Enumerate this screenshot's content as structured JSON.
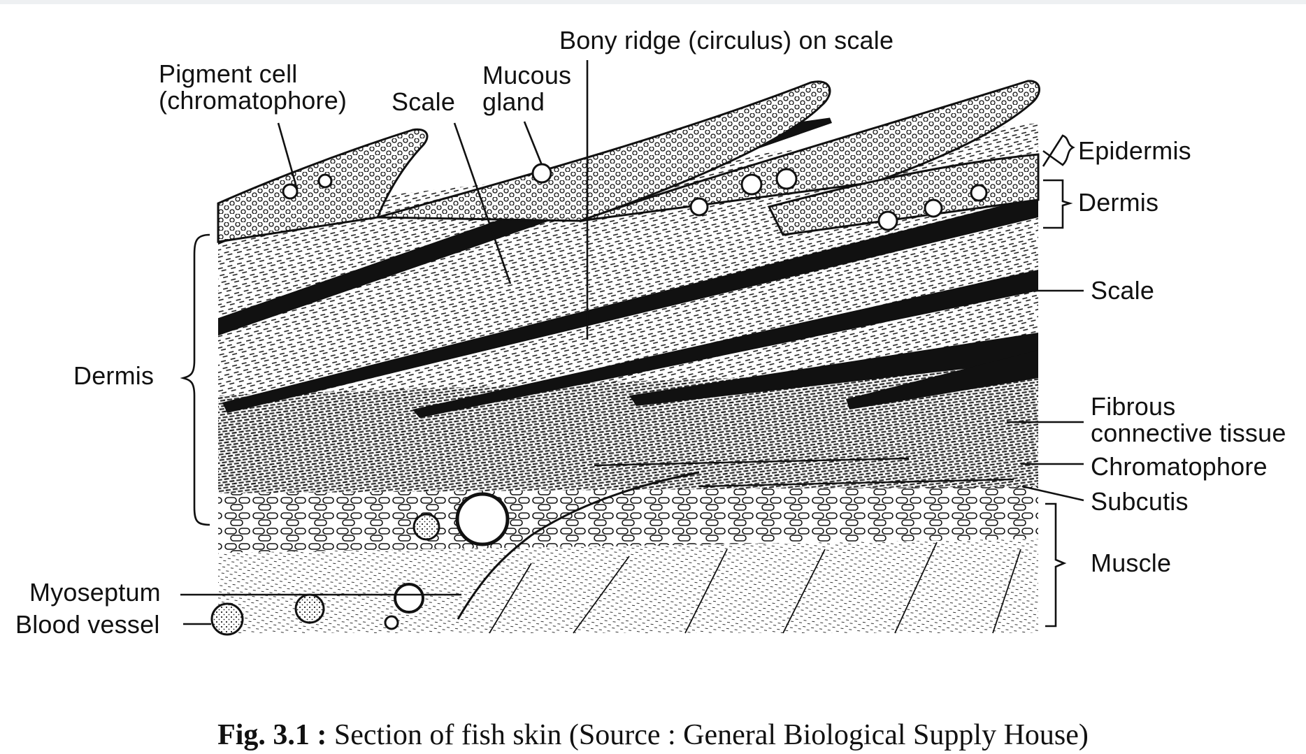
{
  "labels": {
    "pigment_cell_1": "Pigment cell",
    "pigment_cell_2": "(chromatophore)",
    "scale_top": "Scale",
    "mucous_1": "Mucous",
    "mucous_2": "gland",
    "bony_ridge": "Bony ridge (circulus) on scale",
    "epidermis": "Epidermis",
    "dermis_right": "Dermis",
    "scale_right": "Scale",
    "fibrous_1": "Fibrous",
    "fibrous_2": "connective tissue",
    "chromatophore": "Chromatophore",
    "subcutis": "Subcutis",
    "muscle": "Muscle",
    "dermis_left": "Dermis",
    "myoseptum": "Myoseptum",
    "blood_vessel": "Blood vessel"
  },
  "caption": {
    "fig": "Fig. 3.1 :",
    "text": "Section of fish skin (Source : General Biological Supply House)"
  }
}
